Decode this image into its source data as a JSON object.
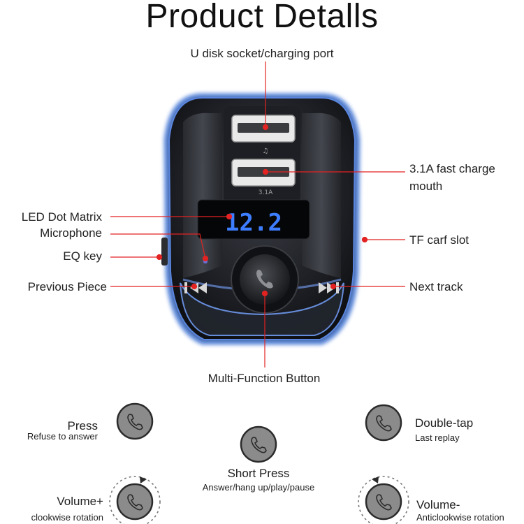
{
  "title": "Product Detalls",
  "callouts": {
    "usb_port": "U disk socket/charging port",
    "fast_charge_line1": "3.1A fast charge",
    "fast_charge_line2": "mouth",
    "led_matrix": "LED Dot Matrix",
    "microphone": "Microphone",
    "eq_key": "EQ key",
    "previous": "Previous Piece",
    "tf_slot": "TF carf slot",
    "next": "Next track",
    "multi_function": "Multi-Function Button"
  },
  "device": {
    "display_value": "12.2",
    "port_label_2": "3.1A"
  },
  "functions": {
    "press": {
      "title": "Press",
      "desc": "Refuse to answer"
    },
    "double_tap": {
      "title": "Double-tap",
      "desc": "Last replay"
    },
    "short_press": {
      "title": "Short Press",
      "desc": "Answer/hang up/play/pause"
    },
    "volume_up": {
      "title": "Volume+",
      "desc": "clookwise rotation"
    },
    "volume_down": {
      "title": "Volume-",
      "desc": "Anticlookwise rotation"
    }
  },
  "colors": {
    "callout_line": "#e32222",
    "glow": "#4a7bd8",
    "display_digits": "#3d7dff",
    "knob_gray": "#8b8b8b"
  },
  "icons": {
    "previous": "previous-track-icon",
    "next": "next-track-icon",
    "phone": "phone-icon"
  }
}
